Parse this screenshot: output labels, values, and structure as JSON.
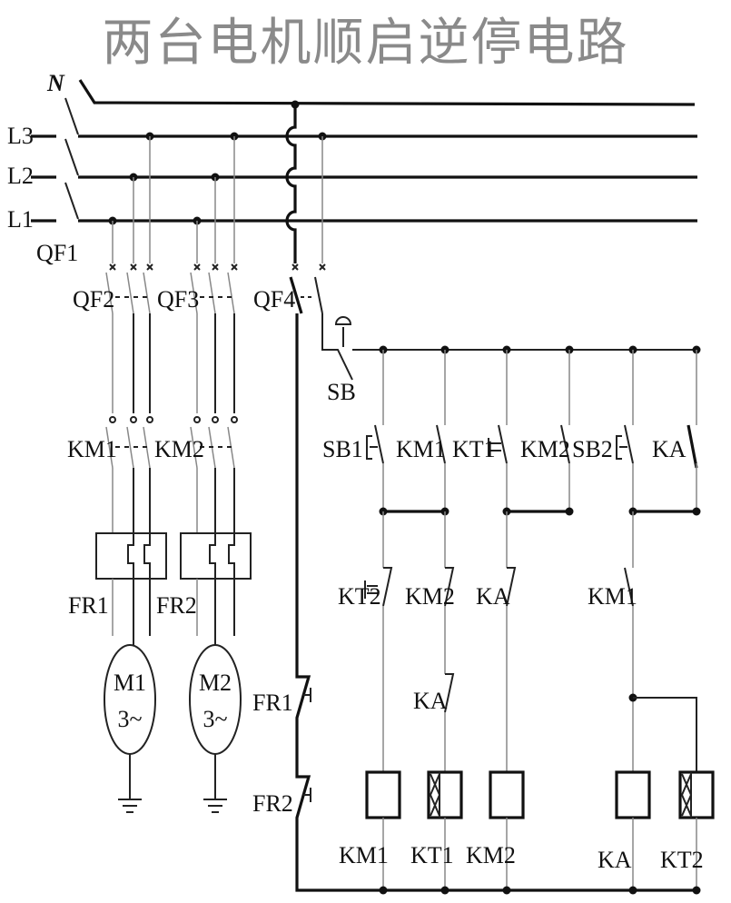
{
  "title": "两台电机顺启逆停电路",
  "power": {
    "n": "N",
    "l3": "L3",
    "l2": "L2",
    "l1": "L1",
    "qf1": "QF1",
    "qf2": "QF2",
    "qf3": "QF3",
    "qf4": "QF4"
  },
  "main_circuit": {
    "km1": "KM1",
    "km2": "KM2",
    "fr1": "FR1",
    "fr2": "FR2",
    "m1": "M1",
    "m2": "M2",
    "m1_phase": "3~",
    "m2_phase": "3~"
  },
  "control": {
    "sb": "SB",
    "row1": [
      "SB1",
      "KM1",
      "KT1",
      "KM2",
      "SB2",
      "KA"
    ],
    "row2": [
      "KT2",
      "KM2",
      "KA",
      "KM1"
    ],
    "ka_nc": "KA",
    "fr1": "FR1",
    "fr2": "FR2",
    "coils": [
      "KM1",
      "KT1",
      "KM2",
      "KA",
      "KT2"
    ]
  }
}
